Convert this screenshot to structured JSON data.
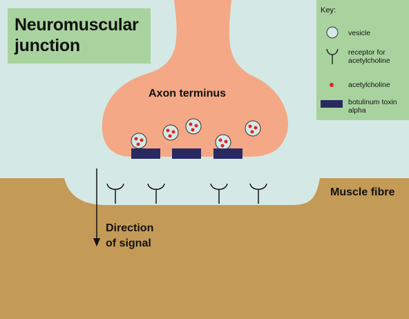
{
  "title": {
    "line1": "Neuromuscular",
    "line2": "junction"
  },
  "key": {
    "heading": "Key:",
    "vesicle": "vesicle",
    "receptor_line1": "receptor for",
    "receptor_line2": "acetylcholine",
    "acetylcholine": "acetylcholine",
    "toxin_line1": "botulinum toxin",
    "toxin_line2": "alpha"
  },
  "labels": {
    "axon_terminus": "Axon terminus",
    "muscle_fibre": "Muscle fibre",
    "direction_line1": "Direction",
    "direction_line2": "of signal"
  },
  "colors": {
    "background": "#d4e9e6",
    "axon": "#f4a886",
    "muscle": "#c49a57",
    "key_box": "#a9d39e",
    "toxin": "#2a2a62",
    "acetylcholine": "#e02323",
    "vesicle": "#d4e9e6"
  }
}
